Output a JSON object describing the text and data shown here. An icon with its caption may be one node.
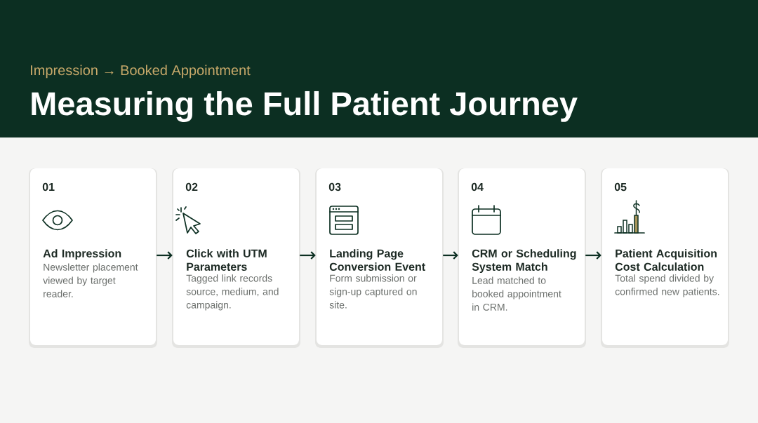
{
  "diagram": {
    "title": "Measuring the Full Patient Journey",
    "nodes": [
      {
        "text": [
          "01",
          "Ad Impression",
          "Newsletter placement viewed by target reader."
        ]
      },
      {
        "text": [
          "02",
          "Click with UTM Parameters",
          "Tagged link records source, medium, and campaign."
        ]
      },
      {
        "text": [
          "03",
          "Landing Page Conversion Event",
          "Form submission or sign-up captured on site."
        ]
      },
      {
        "text": [
          "04",
          "CRM or Scheduling System Match",
          "Lead matched to booked appointment in CRM."
        ]
      },
      {
        "text": [
          "05",
          "Patient Acquisition Cost Calculation",
          "Total spend divided by confirmed new patients."
        ]
      }
    ],
    "edges": [
      {
        "from": 0,
        "to": 1,
        "arrow": "to"
      },
      {
        "from": 1,
        "to": 2,
        "arrow": "to"
      },
      {
        "from": 2,
        "to": 3,
        "arrow": "to"
      },
      {
        "from": 3,
        "to": 4,
        "arrow": "to"
      }
    ],
    "labels": [
      "Impression → Booked Appointment"
    ]
  }
}
